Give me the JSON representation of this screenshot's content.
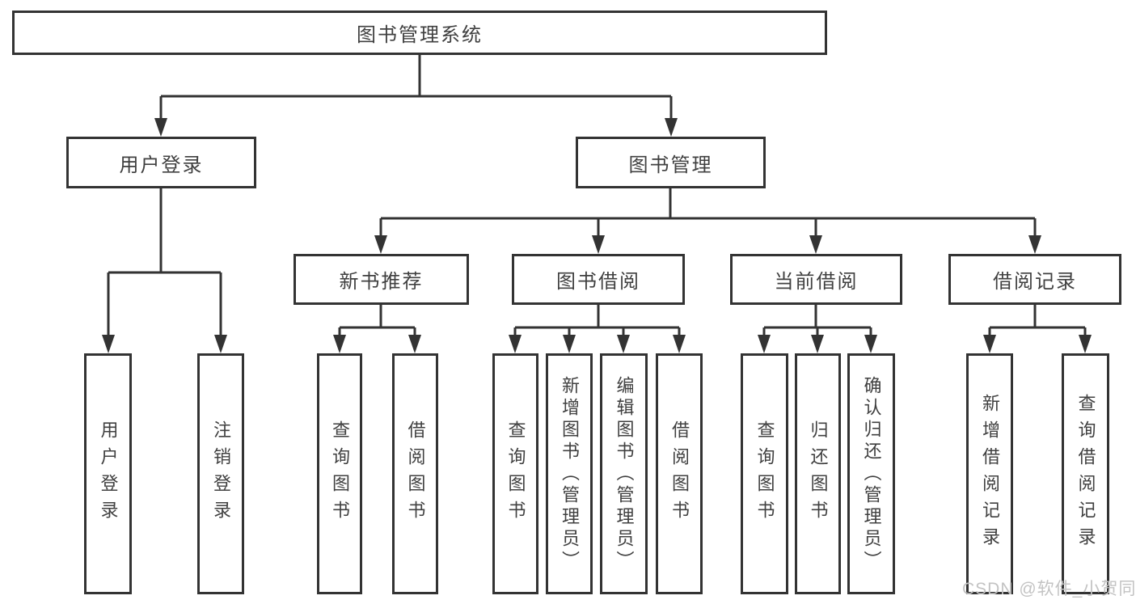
{
  "diagram": {
    "root": {
      "label": "图书管理系统"
    },
    "level2": [
      {
        "label": "用户登录"
      },
      {
        "label": "图书管理"
      }
    ],
    "level3": [
      {
        "label": "新书推荐"
      },
      {
        "label": "图书借阅"
      },
      {
        "label": "当前借阅"
      },
      {
        "label": "借阅记录"
      }
    ],
    "leaves": {
      "login": [
        {
          "label": "用户登录"
        },
        {
          "label": "注销登录"
        }
      ],
      "newbook": [
        {
          "label": "查询图书"
        },
        {
          "label": "借阅图书"
        }
      ],
      "borrow": [
        {
          "label": "查询图书"
        },
        {
          "label": "新增图书（管理员）"
        },
        {
          "label": "编辑图书（管理员）"
        },
        {
          "label": "借阅图书"
        }
      ],
      "current": [
        {
          "label": "查询图书"
        },
        {
          "label": "归还图书"
        },
        {
          "label": "确认归还（管理员）"
        }
      ],
      "records": [
        {
          "label": "新增借阅记录"
        },
        {
          "label": "查询借阅记录"
        }
      ]
    }
  },
  "watermark": "CSDN @软件_小贺同学",
  "colors": {
    "line": "#333333",
    "text": "#404040",
    "watermark": "#c3c3c3",
    "background": "#ffffff"
  }
}
